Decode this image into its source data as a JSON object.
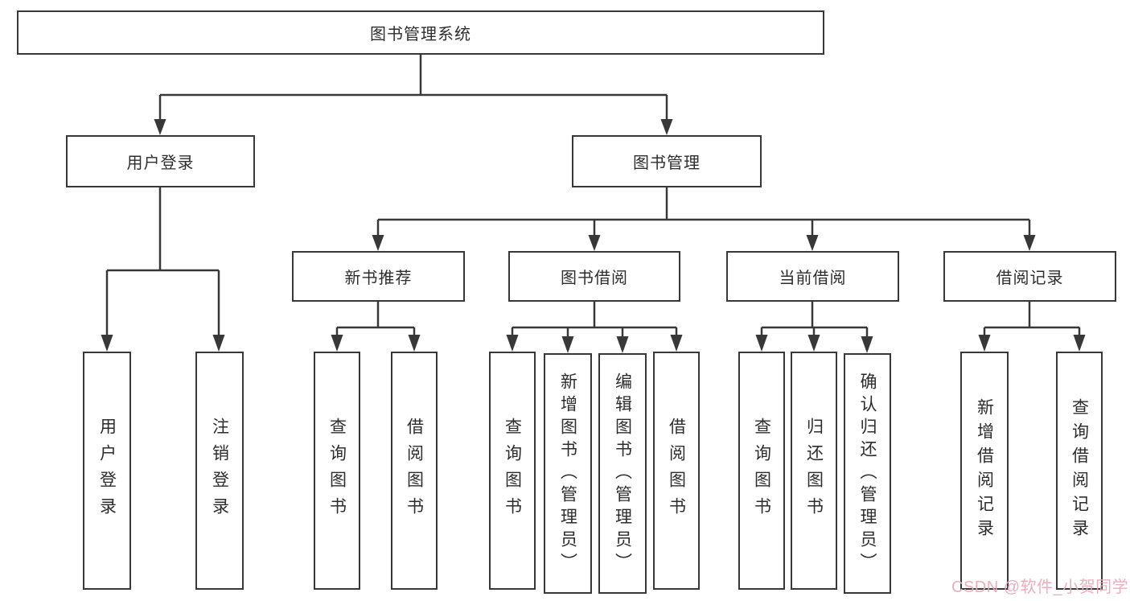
{
  "diagram": {
    "root": {
      "label": "图书管理系统"
    },
    "branches": [
      {
        "label": "用户登录",
        "children": [
          {
            "label": "用户登录"
          },
          {
            "label": "注销登录"
          }
        ]
      },
      {
        "label": "图书管理",
        "children": [
          {
            "label": "新书推荐",
            "children": [
              {
                "label": "查询图书"
              },
              {
                "label": "借阅图书"
              }
            ]
          },
          {
            "label": "图书借阅",
            "children": [
              {
                "label": "查询图书"
              },
              {
                "label": "新增图书（管理员）"
              },
              {
                "label": "编辑图书（管理员）"
              },
              {
                "label": "借阅图书"
              }
            ]
          },
          {
            "label": "当前借阅",
            "children": [
              {
                "label": "查询图书"
              },
              {
                "label": "归还图书"
              },
              {
                "label": "确认归还（管理员）"
              }
            ]
          },
          {
            "label": "借阅记录",
            "children": [
              {
                "label": "新增借阅记录"
              },
              {
                "label": "查询借阅记录"
              }
            ]
          }
        ]
      }
    ]
  },
  "watermark": {
    "text": "CSDN @软件_小贺同学",
    "color": "#edaab9"
  },
  "colors": {
    "line": "#383838",
    "text": "#2d2d2d",
    "background": "#ffffff"
  }
}
